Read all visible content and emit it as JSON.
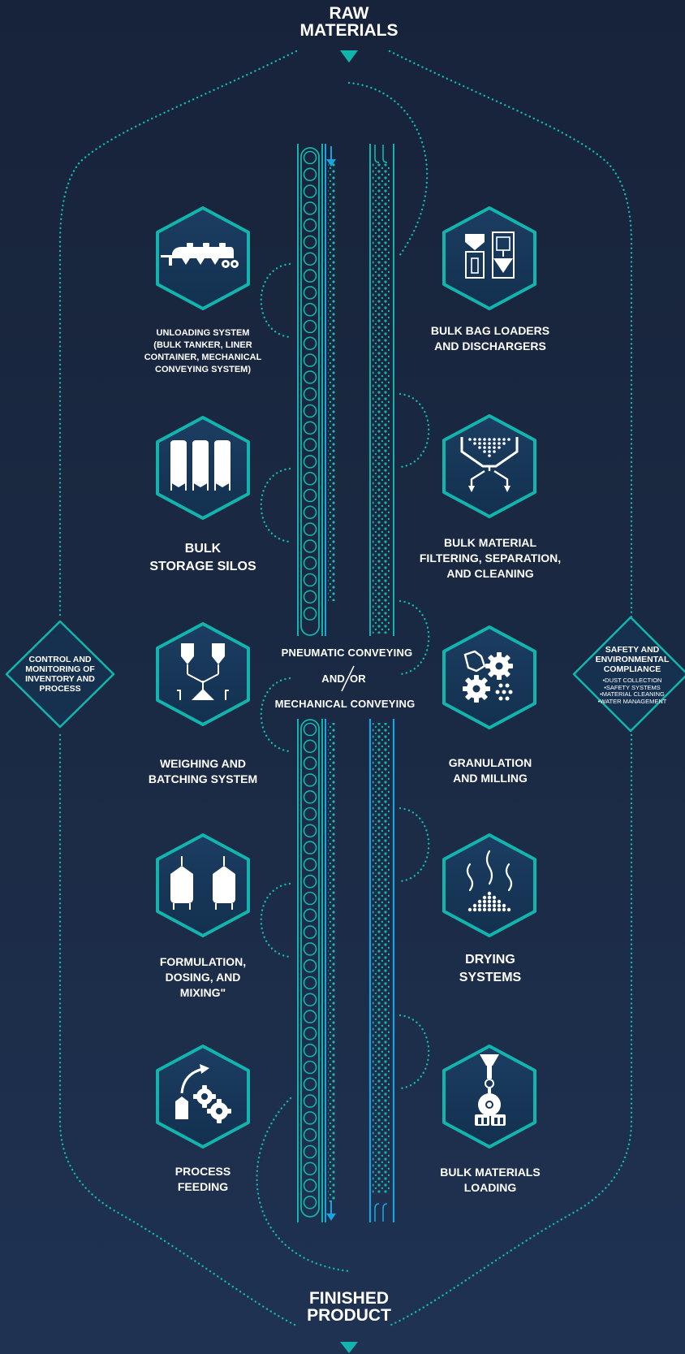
{
  "ends": {
    "start": "RAW",
    "start2": "MATERIALS",
    "end": "FINISHED",
    "end2": "PRODUCT"
  },
  "center": {
    "line1": "PNEUMATIC CONVEYING",
    "and": "AND",
    "or": "OR",
    "line3": "MECHANICAL CONVEYING"
  },
  "side_left": {
    "lines": [
      "CONTROL AND",
      "MONITORING OF",
      "INVENTORY AND",
      "PROCESS"
    ]
  },
  "side_right": {
    "title": [
      "SAFETY AND",
      "ENVIRONMENTAL",
      "COMPLIANCE"
    ],
    "items": [
      "•DUST COLLECTION",
      "•SAFETY SYSTEMS",
      "•MATERIAL CLEANING",
      "•WATER MANAGEMENT"
    ]
  },
  "left_steps": [
    {
      "icon": "tanker-truck-icon",
      "lines": [
        "UNLOADING SYSTEM",
        "(BULK TANKER, LINER",
        "CONTAINER, MECHANICAL",
        "CONVEYING SYSTEM)"
      ]
    },
    {
      "icon": "silos-icon",
      "lines": [
        "BULK",
        "STORAGE SILOS"
      ]
    },
    {
      "icon": "weighing-icon",
      "lines": [
        "WEIGHING AND",
        "BATCHING SYSTEM"
      ]
    },
    {
      "icon": "mixing-tanks-icon",
      "lines": [
        "FORMULATION,",
        "DOSING, AND",
        "MIXING\""
      ]
    },
    {
      "icon": "feeding-gears-icon",
      "lines": [
        "PROCESS",
        "FEEDING"
      ]
    }
  ],
  "right_steps": [
    {
      "icon": "bag-loader-icon",
      "lines": [
        "BULK BAG  LOADERS",
        "AND DISCHARGERS"
      ]
    },
    {
      "icon": "filter-icon",
      "lines": [
        "BULK MATERIAL",
        "FILTERING, SEPARATION,",
        "AND CLEANING"
      ]
    },
    {
      "icon": "gears-granulation-icon",
      "lines": [
        "GRANULATION",
        "AND MILLING"
      ]
    },
    {
      "icon": "drying-icon",
      "lines": [
        "DRYING",
        "SYSTEMS"
      ]
    },
    {
      "icon": "loading-station-icon",
      "lines": [
        "BULK MATERIALS",
        "LOADING"
      ]
    }
  ],
  "colors": {
    "teal": "#12b5ad",
    "blue": "#1aa3dd",
    "hex_fill": "#16365a"
  }
}
